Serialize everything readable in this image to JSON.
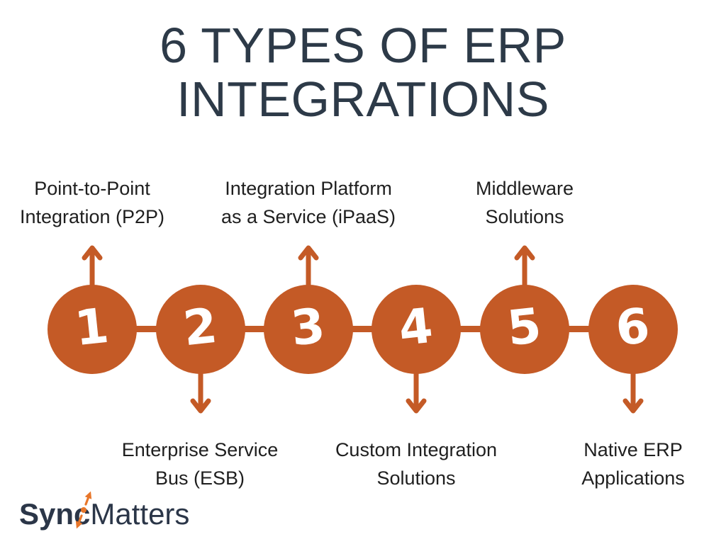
{
  "title": "6 TYPES OF ERP INTEGRATIONS",
  "steps": [
    {
      "number": "1",
      "label": "Point-to-Point Integration (P2P)",
      "arrow": "up"
    },
    {
      "number": "2",
      "label": "Enterprise Service Bus (ESB)",
      "arrow": "down"
    },
    {
      "number": "3",
      "label": "Integration Platform as a Service (iPaaS)",
      "arrow": "up"
    },
    {
      "number": "4",
      "label": "Custom Integration Solutions",
      "arrow": "down"
    },
    {
      "number": "5",
      "label": "Middleware Solutions",
      "arrow": "up"
    },
    {
      "number": "6",
      "label": "Native ERP Applications",
      "arrow": "down"
    }
  ],
  "logo": {
    "bold_text": "Syn",
    "c_char": "c",
    "regular_text": "Matters"
  },
  "colors": {
    "accent_orange": "#c45a26",
    "title_navy": "#2d3a48",
    "label_text": "#1f1f1f",
    "logo_navy": "#2b3648",
    "logo_orange": "#e8762a"
  }
}
